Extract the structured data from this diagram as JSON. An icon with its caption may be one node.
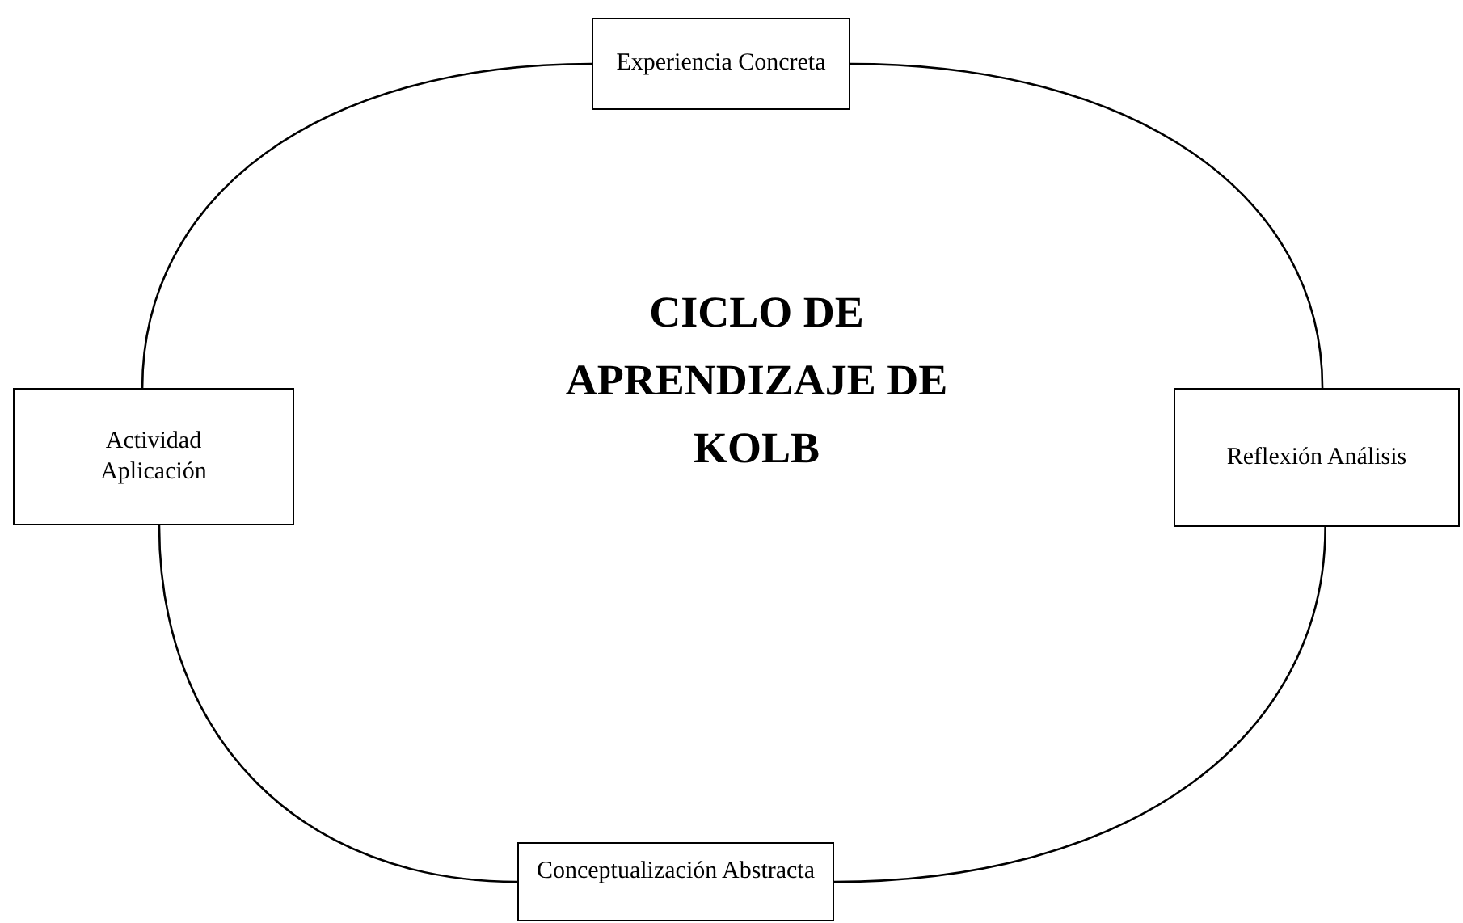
{
  "diagram": {
    "title": "CICLO DE APRENDIZAJE DE KOLB",
    "nodes": [
      {
        "text": [
          "Experiencia Concreta"
        ]
      },
      {
        "text": [
          "Reflexión Análisis"
        ]
      },
      {
        "text": [
          "Conceptualización Abstracta"
        ]
      },
      {
        "text": [
          "Actividad Aplicación"
        ]
      }
    ],
    "edges": [
      {
        "from": 0,
        "to": 1,
        "arrow": "none"
      },
      {
        "from": 1,
        "to": 2,
        "arrow": "none"
      },
      {
        "from": 2,
        "to": 3,
        "arrow": "none"
      },
      {
        "from": 3,
        "to": 0,
        "arrow": "none"
      }
    ]
  }
}
